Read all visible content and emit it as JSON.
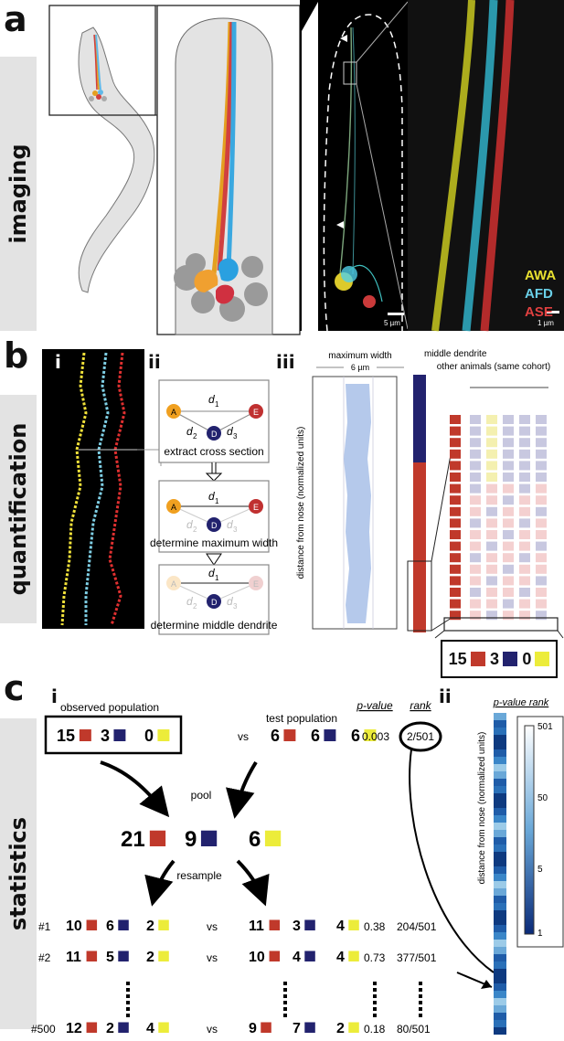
{
  "panels": {
    "a": {
      "letter": "a",
      "section": "imaging"
    },
    "b": {
      "letter": "b",
      "section": "quantification",
      "sub": [
        "i",
        "ii",
        "iii"
      ]
    },
    "c": {
      "letter": "c",
      "section": "statistics",
      "sub": [
        "i",
        "ii"
      ]
    }
  },
  "imaging": {
    "legend": [
      {
        "label": "AWA",
        "color": "#e8e030"
      },
      {
        "label": "AFD",
        "color": "#6ad0e8"
      },
      {
        "label": "ASE",
        "color": "#e04040"
      }
    ],
    "scale_left": "5 µm",
    "scale_right": "1 µm"
  },
  "quantification": {
    "steps": [
      "extract cross section",
      "determine maximum width",
      "determine middle dendrite"
    ],
    "node_labels": {
      "a": "A",
      "d": "D",
      "e": "E",
      "d1": "d",
      "d2": "d",
      "d3": "d",
      "s1": "1",
      "s2": "2",
      "s3": "3"
    },
    "max_width_title": "maximum width",
    "max_width_value": "6 µm",
    "axis_label": "distance from nose (normalized units)",
    "middle_label": "middle dendrite",
    "other_label": "other animals (same cohort)",
    "counts": [
      {
        "value": "15",
        "color": "#c0392b"
      },
      {
        "value": "3",
        "color": "#22226e"
      },
      {
        "value": "0",
        "color": "#ecec3a"
      }
    ]
  },
  "statistics": {
    "observed_label": "observed population",
    "test_label": "test population",
    "vs": "vs",
    "pvalue_header": "p-value",
    "rank_header": "rank",
    "observed": [
      "15",
      "3",
      "0"
    ],
    "test": [
      "6",
      "6",
      "6"
    ],
    "top_pvalue": "0.003",
    "top_rank": "2/501",
    "pool_label": "pool",
    "pooled": [
      "21",
      "9",
      "6"
    ],
    "resample_label": "resample",
    "rows": [
      {
        "id": "#1",
        "a": [
          "10",
          "6",
          "2"
        ],
        "b": [
          "11",
          "3",
          "4"
        ],
        "p": "0.38",
        "rank": "204/501"
      },
      {
        "id": "#2",
        "a": [
          "11",
          "5",
          "2"
        ],
        "b": [
          "10",
          "4",
          "4"
        ],
        "p": "0.73",
        "rank": "377/501"
      },
      {
        "id": "#500",
        "a": [
          "12",
          "2",
          "4"
        ],
        "b": [
          "9",
          "7",
          "2"
        ],
        "p": "0.18",
        "rank": "80/501"
      }
    ],
    "rank_title": "p-value rank",
    "rank_axis": "distance from nose (normalized units)",
    "colorbar_ticks": [
      "501",
      "50",
      "5",
      "1"
    ]
  },
  "colors": {
    "red": "#c0392b",
    "navy": "#22226e",
    "yellow": "#ecec3a"
  }
}
